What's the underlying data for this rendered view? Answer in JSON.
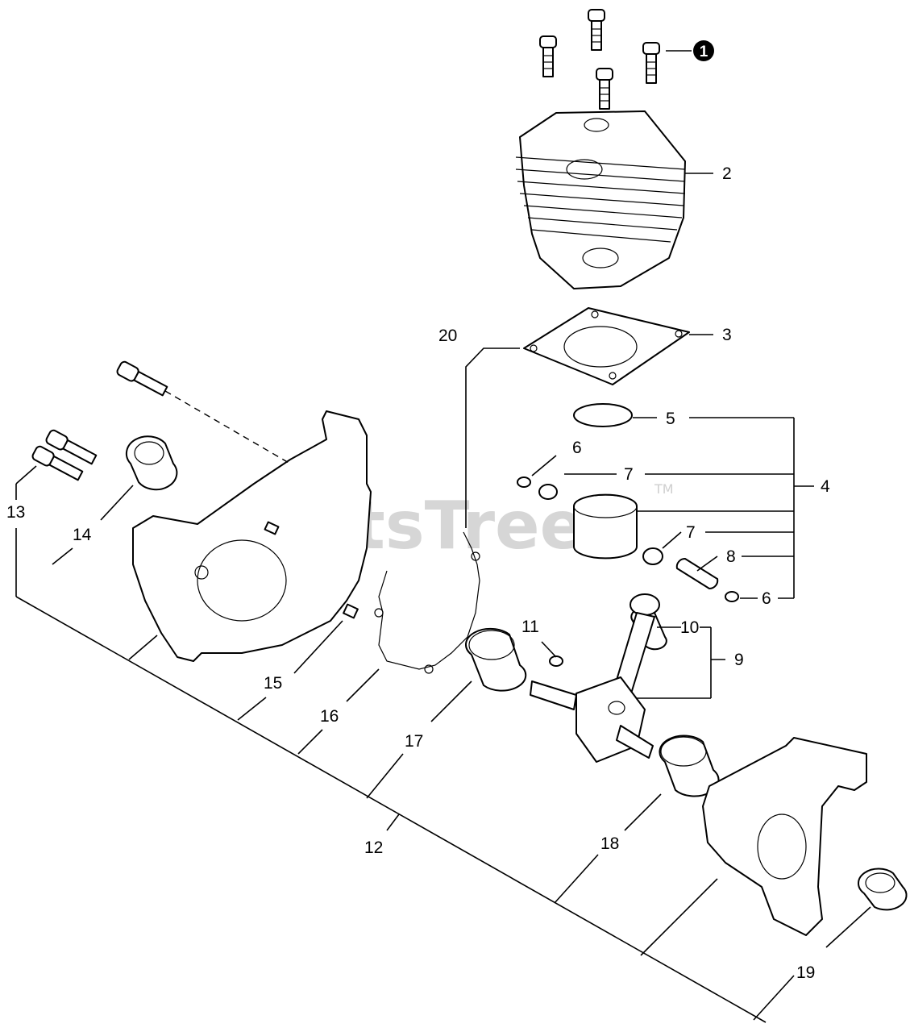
{
  "watermark": {
    "text": "PartsTree",
    "trademark": "TM"
  },
  "badge": {
    "label": "1"
  },
  "callouts": [
    {
      "id": "2",
      "text": "2"
    },
    {
      "id": "3",
      "text": "3"
    },
    {
      "id": "4",
      "text": "4"
    },
    {
      "id": "5",
      "text": "5"
    },
    {
      "id": "6a",
      "text": "6"
    },
    {
      "id": "6b",
      "text": "6"
    },
    {
      "id": "7a",
      "text": "7"
    },
    {
      "id": "7b",
      "text": "7"
    },
    {
      "id": "8",
      "text": "8"
    },
    {
      "id": "9",
      "text": "9"
    },
    {
      "id": "10",
      "text": "10"
    },
    {
      "id": "11",
      "text": "11"
    },
    {
      "id": "12",
      "text": "12"
    },
    {
      "id": "13",
      "text": "13"
    },
    {
      "id": "14",
      "text": "14"
    },
    {
      "id": "15",
      "text": "15"
    },
    {
      "id": "16",
      "text": "16"
    },
    {
      "id": "17",
      "text": "17"
    },
    {
      "id": "18",
      "text": "18"
    },
    {
      "id": "19",
      "text": "19"
    },
    {
      "id": "20",
      "text": "20"
    }
  ]
}
